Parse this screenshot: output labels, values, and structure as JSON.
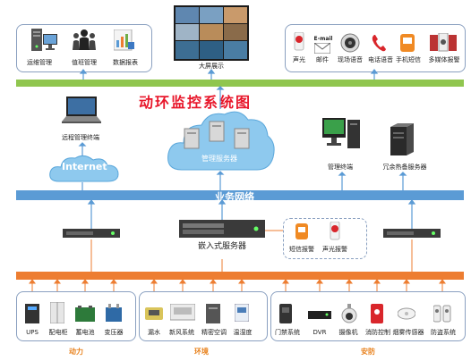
{
  "title": "动环监控系统图",
  "colors": {
    "green_bus": "#90c64f",
    "blue_bus": "#5b9bd5",
    "orange_bus": "#ed7d31",
    "cloud": "#8ec9ee",
    "title": "#e8162a",
    "category": "#e8821e"
  },
  "top_left": {
    "items": [
      {
        "label": "运维管理",
        "icon": "server-tower-icon"
      },
      {
        "label": "值班管理",
        "icon": "people-group-icon"
      },
      {
        "label": "数据报表",
        "icon": "report-chart-icon"
      }
    ]
  },
  "top_center": {
    "label": "大屏展示",
    "icon": "video-wall-icon"
  },
  "top_right": {
    "items": [
      {
        "label": "声光",
        "icon": "siren-icon"
      },
      {
        "label": "邮件",
        "icon": "email-icon",
        "caption": "E-mail"
      },
      {
        "label": "现场语音",
        "icon": "speaker-icon"
      },
      {
        "label": "电话语音",
        "icon": "phone-icon"
      },
      {
        "label": "手机短信",
        "icon": "sms-icon"
      },
      {
        "label": "多媒体报警",
        "icon": "multimedia-icon"
      }
    ]
  },
  "middle": {
    "remote": "远程管理终端",
    "internet": "Internet",
    "server": "管理服务器",
    "terminal": "管理终端",
    "backup": "冗余热备服务器"
  },
  "bus": {
    "label": "业务网络"
  },
  "embedded": {
    "label": "嵌入式服务器",
    "alarms": [
      {
        "label": "短信报警",
        "icon": "sms-alarm-icon"
      },
      {
        "label": "声光报警",
        "icon": "sound-light-alarm-icon"
      }
    ]
  },
  "bottom": {
    "power": {
      "label": "动力",
      "items": [
        {
          "label": "UPS",
          "icon": "ups-icon"
        },
        {
          "label": "配电柜",
          "icon": "cabinet-icon"
        },
        {
          "label": "蓄电池",
          "icon": "battery-icon"
        },
        {
          "label": "变压器",
          "icon": "transformer-icon"
        }
      ]
    },
    "env": {
      "label": "环境",
      "items": [
        {
          "label": "漏水",
          "icon": "leak-sensor-icon"
        },
        {
          "label": "新风系统",
          "icon": "fresh-air-icon"
        },
        {
          "label": "精密空调",
          "icon": "ac-icon"
        },
        {
          "label": "温湿度",
          "icon": "thermo-hygro-icon"
        }
      ]
    },
    "security": {
      "label": "安防",
      "items": [
        {
          "label": "门禁系统",
          "icon": "access-control-icon"
        },
        {
          "label": "DVR",
          "icon": "dvr-icon"
        },
        {
          "label": "摄像机",
          "icon": "camera-icon"
        },
        {
          "label": "消防控制",
          "icon": "fire-control-icon"
        },
        {
          "label": "烟雾传感器",
          "icon": "smoke-sensor-icon"
        },
        {
          "label": "防盗系统",
          "icon": "anti-theft-icon"
        }
      ]
    }
  }
}
